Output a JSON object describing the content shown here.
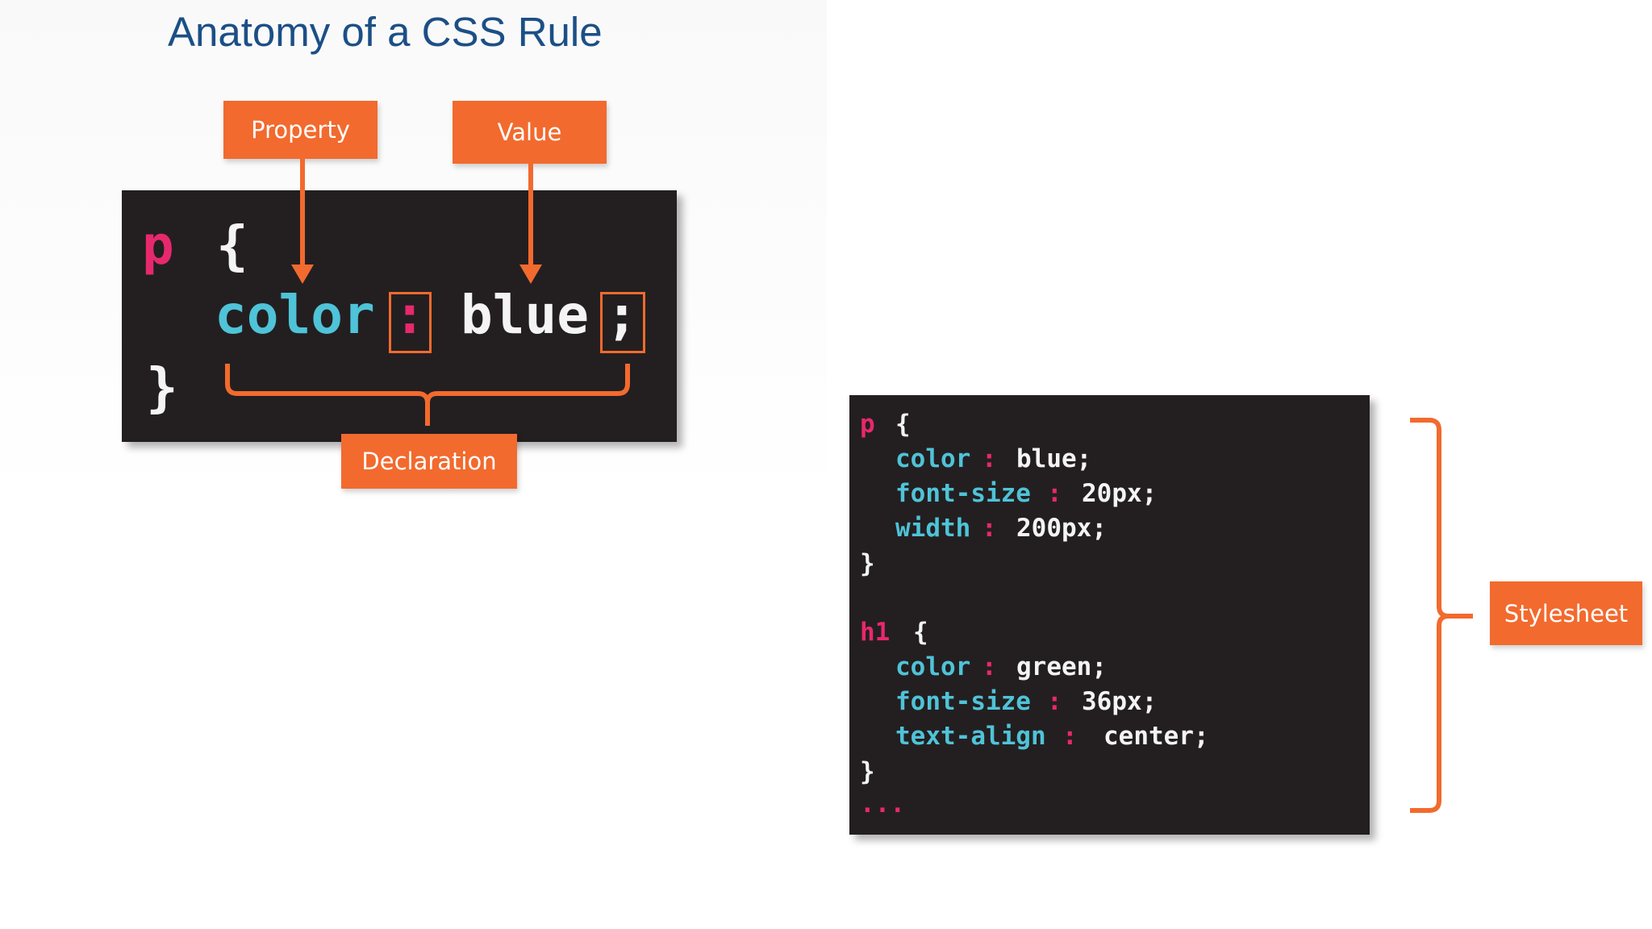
{
  "title": "Anatomy of a CSS Rule",
  "labels": {
    "property": "Property",
    "value": "Value",
    "declaration": "Declaration",
    "stylesheet": "Stylesheet"
  },
  "rule": {
    "selector": "p",
    "open_brace": "{",
    "property": "color",
    "colon": ":",
    "value": "blue",
    "semicolon": ";",
    "close_brace": "}"
  },
  "stylesheet": {
    "rules": [
      {
        "selector": "p",
        "open": "{",
        "declarations": [
          {
            "property": "color",
            "colon": ":",
            "value": "blue;"
          },
          {
            "property": "font-size",
            "colon": ":",
            "value": "20px;"
          },
          {
            "property": "width",
            "colon": ":",
            "value": "200px;"
          }
        ],
        "close": "}"
      },
      {
        "selector": "h1",
        "open": "{",
        "declarations": [
          {
            "property": "color",
            "colon": ":",
            "value": "green;"
          },
          {
            "property": "font-size",
            "colon": ":",
            "value": "36px;"
          },
          {
            "property": "text-align",
            "colon": ":",
            "value": "center;"
          }
        ],
        "close": "}"
      }
    ],
    "ellipsis": "..."
  },
  "colors": {
    "accent_orange": "#f26a2e",
    "title_blue": "#1c4f86",
    "code_background": "#231f20",
    "selector_pink": "#e8286c",
    "property_cyan": "#4fc3d8",
    "value_white": "#f4f4f4"
  }
}
